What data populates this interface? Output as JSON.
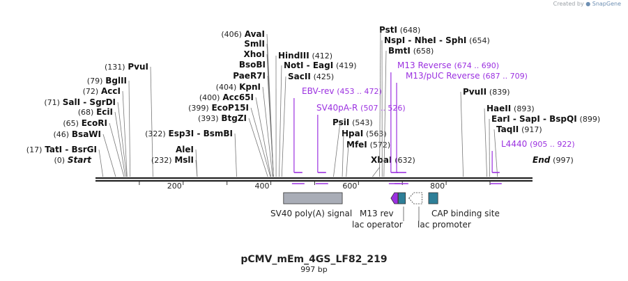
{
  "credit": {
    "prefix": "Created by",
    "brand": "SnapGene"
  },
  "title": "pCMV_mEm_4GS_LF82_219",
  "subtitle": "997 bp",
  "ruler": [
    {
      "bp": 200,
      "label": "200"
    },
    {
      "bp": 400,
      "label": "400"
    },
    {
      "bp": 600,
      "label": "600"
    },
    {
      "bp": 800,
      "label": "800"
    }
  ],
  "sites": [
    {
      "name": "Start",
      "pos": "(0)",
      "bp": 0,
      "italic": true
    },
    {
      "name": "TatI - BsrGI",
      "pos": "(17)",
      "bp": 17
    },
    {
      "name": "BsaWI",
      "pos": "(46)",
      "bp": 46
    },
    {
      "name": "EcoRI",
      "pos": "(65)",
      "bp": 65
    },
    {
      "name": "EciI",
      "pos": "(68)",
      "bp": 68
    },
    {
      "name": "SalI - SgrDI",
      "pos": "(71)",
      "bp": 71
    },
    {
      "name": "AccI",
      "pos": "(72)",
      "bp": 72
    },
    {
      "name": "BglII",
      "pos": "(79)",
      "bp": 79
    },
    {
      "name": "PvuI",
      "pos": "(131)",
      "bp": 131
    },
    {
      "name": "MslI",
      "pos": "(232)",
      "bp": 232
    },
    {
      "name": "AleI",
      "pos": "",
      "bp": 232
    },
    {
      "name": "Esp3I - BsmBI",
      "pos": "(322)",
      "bp": 322
    },
    {
      "name": "BtgZI",
      "pos": "(393)",
      "bp": 393
    },
    {
      "name": "EcoP15I",
      "pos": "(399)",
      "bp": 399
    },
    {
      "name": "Acc65I",
      "pos": "(400)",
      "bp": 400
    },
    {
      "name": "KpnI",
      "pos": "(404)",
      "bp": 404
    },
    {
      "name": "PaeR7I",
      "pos": "",
      "bp": 406
    },
    {
      "name": "BsoBI",
      "pos": "",
      "bp": 406
    },
    {
      "name": "XhoI",
      "pos": "",
      "bp": 406
    },
    {
      "name": "SmlI",
      "pos": "",
      "bp": 406
    },
    {
      "name": "AvaI",
      "pos": "(406)",
      "bp": 406
    },
    {
      "name": "HindIII",
      "pos": "(412)",
      "bp": 412
    },
    {
      "name": "NotI - EagI",
      "pos": "(419)",
      "bp": 419
    },
    {
      "name": "SacII",
      "pos": "(425)",
      "bp": 425
    },
    {
      "name": "PsiI",
      "pos": "(543)",
      "bp": 543
    },
    {
      "name": "HpaI",
      "pos": "(563)",
      "bp": 563
    },
    {
      "name": "MfeI",
      "pos": "(572)",
      "bp": 572
    },
    {
      "name": "XbaI",
      "pos": "(632)",
      "bp": 632
    },
    {
      "name": "PstI",
      "pos": "(648)",
      "bp": 648
    },
    {
      "name": "NspI - NheI - SphI",
      "pos": "(654)",
      "bp": 654
    },
    {
      "name": "BmtI",
      "pos": "(658)",
      "bp": 658
    },
    {
      "name": "PvuII",
      "pos": "(839)",
      "bp": 839
    },
    {
      "name": "HaeII",
      "pos": "(893)",
      "bp": 893
    },
    {
      "name": "EarI - SapI - BspQI",
      "pos": "(899)",
      "bp": 899
    },
    {
      "name": "TaqII",
      "pos": "(917)",
      "bp": 917
    },
    {
      "name": "End",
      "pos": "(997)",
      "bp": 997,
      "italic": true
    }
  ],
  "primers": [
    {
      "name": "EBV-rev",
      "range": "(453 .. 472)",
      "start": 453,
      "end": 472
    },
    {
      "name": "SV40pA-R",
      "range": "(507 .. 526)",
      "start": 507,
      "end": 526
    },
    {
      "name": "M13 Reverse",
      "range": "(674 .. 690)",
      "start": 674,
      "end": 690
    },
    {
      "name": "M13/pUC Reverse",
      "range": "(687 .. 709)",
      "start": 687,
      "end": 709
    },
    {
      "name": "L4440",
      "range": "(905 .. 922)",
      "start": 905,
      "end": 922
    }
  ],
  "features": [
    {
      "name": "SV40 poly(A) signal",
      "start": 429,
      "end": 563,
      "color": "#a9adb7",
      "shape": "box"
    },
    {
      "name": "M13 rev",
      "start": 674,
      "end": 690,
      "color": "#9b30e0",
      "shape": "arrow-left"
    },
    {
      "name": "lac operator",
      "start": 691,
      "end": 707,
      "color": "#2e7f98",
      "shape": "box"
    },
    {
      "name": "lac promoter",
      "start": 715,
      "end": 745,
      "color": "#ffffff",
      "shape": "arrow-left-outline"
    },
    {
      "name": "CAP binding site",
      "start": 760,
      "end": 781,
      "color": "#2e7f98",
      "shape": "box"
    }
  ],
  "colors": {
    "backbone": "#222222",
    "primer": "#9b30e0",
    "site_text": "#111111",
    "position_text": "#222222"
  }
}
